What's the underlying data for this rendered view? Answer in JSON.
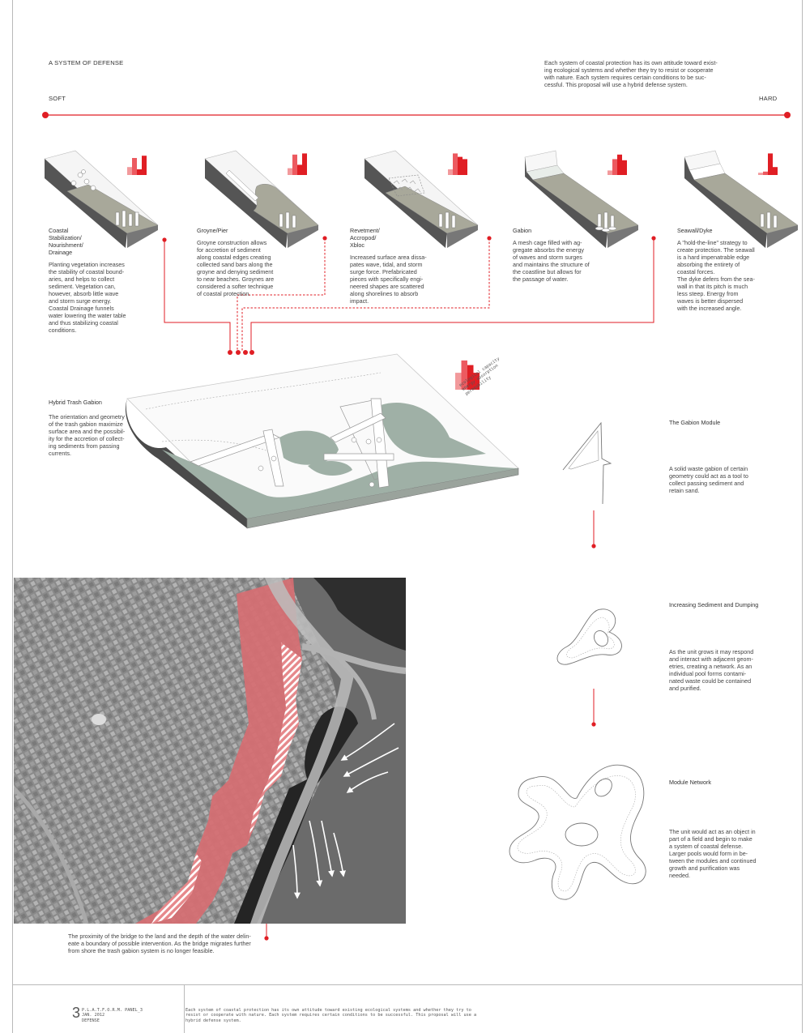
{
  "header": {
    "title": "A SYSTEM OF DEFENSE",
    "intro": "Each system of coastal protection has its own attitude toward exist-\ning ecological systems and whether they try to resist or cooperate\nwith nature. Each system requires certain conditions to be suc-\ncessful.   This proposal will use a hybrid defense system.",
    "scale_left": "SOFT",
    "scale_right": "HARD"
  },
  "systems": [
    {
      "name": "Coastal\nStabilization/\nNourishment/\nDrainage",
      "desc": "Planting vegetation increases\nthe stability of coastal bound-\naries, and helps to collect\nsediment. Vegetation can,\nhowever, absorb little wave\nand storm surge energy.\nCoastal Drainage funnels\nwater lowering the water table\nand thus stabilizing coastal\nconditions.",
      "bars": [
        0.35,
        0.75,
        0.25,
        0.85
      ]
    },
    {
      "name": "Groyne/Pier",
      "desc": "Groyne construction allows\nfor accretion of sediment\nalong coastal edges creating\ncollected sand bars along the\ngroyne and denying sediment\nto near beaches. Groynes are\nconsidered a softer technique\nof coastal protection.",
      "bars": [
        0.3,
        0.9,
        0.45,
        0.95
      ]
    },
    {
      "name": "Revetment/\nAccropod/\nXbloc",
      "desc": "Increased surface area dissa-\npates wave, tidal, and storm\nsurge force. Prefabricated\npieces with specifically engi-\nneered shapes are scattered\nalong shorelines to absorb\nimpact.",
      "bars": [
        0.25,
        0.95,
        0.8,
        0.7
      ]
    },
    {
      "name": "Gabion",
      "desc": "A mesh cage filled with ag-\ngregate absorbs the energy\nof waves and storm surges\nand maintains the structure of\nthe coastline but allows for\nthe passage of water.",
      "bars": [
        0.2,
        0.7,
        0.9,
        0.65
      ]
    },
    {
      "name": "Seawall/Dyke",
      "desc": "A \"hold-the-line\" strategy to\ncreate protection. The seawall\nis a hard impenatrable edge\nabsorbing the entirety of\ncoastal forces.\nThe dyke defers from the sea-\nwall in that its pitch is much\nless steep. Energy from\nwaves is better dispersed\nwith the increased angle.",
      "bars": [
        0.1,
        0.15,
        0.95,
        0.35
      ]
    }
  ],
  "hybrid": {
    "title": "Hybrid Trash Gabion",
    "desc": "The orientation and geometry\nof the trash gabion maximize\nsurface area and the possibil-\nity for the accretion of collect-\ning sediments from passing\ncurrents.",
    "chart_labels": "ecological capacity\nenergy absorption\npermeability",
    "bars": [
      0.55,
      0.95,
      0.8,
      0.55
    ]
  },
  "modules": [
    {
      "title": "The Gabion Module",
      "desc": "A solid waste gabion of certain\ngeometry could act as a tool to\ncollect passing sediment and\nretain sand."
    },
    {
      "title": "Increasing Sediment and Dumping",
      "desc": "As the unit grows it may respond\nand interact with adjacent geom-\netries, creating a network. As an\nindividual pool forms contami-\nnated waste could be contained\nand purified."
    },
    {
      "title": "Module Network",
      "desc": "The unit would act as an object in\npart of a field and begin to make\na system of coastal defense.\nLarger pools would form in be-\ntween the modules and continued\ngrowth and purification was\nneeded."
    }
  ],
  "map_caption": "The proximity of the bridge to the land and the depth of the water delin-\neate a boundary of possible intervention. As the bridge migrates further\nfrom shore the trash gabion system is no longer feasible.",
  "footer": {
    "number": "3",
    "label": "P.L.A.T.F.O.R.M. PANEL_3\nJAN. 2012\nDEFENSE",
    "text": "Each system of coastal protection has its own attitude toward existing ecological systems and whether they try to\nresist or cooperate with nature. Each system requires certain conditions to be successful.   This proposal will use a\nhybrid defense system."
  },
  "colors": {
    "accent": "#e01e24",
    "accent_light": "#f29a9c",
    "accent_mid": "#ec5a60",
    "water": "#9fb0a6",
    "land": "#a8a89a"
  }
}
